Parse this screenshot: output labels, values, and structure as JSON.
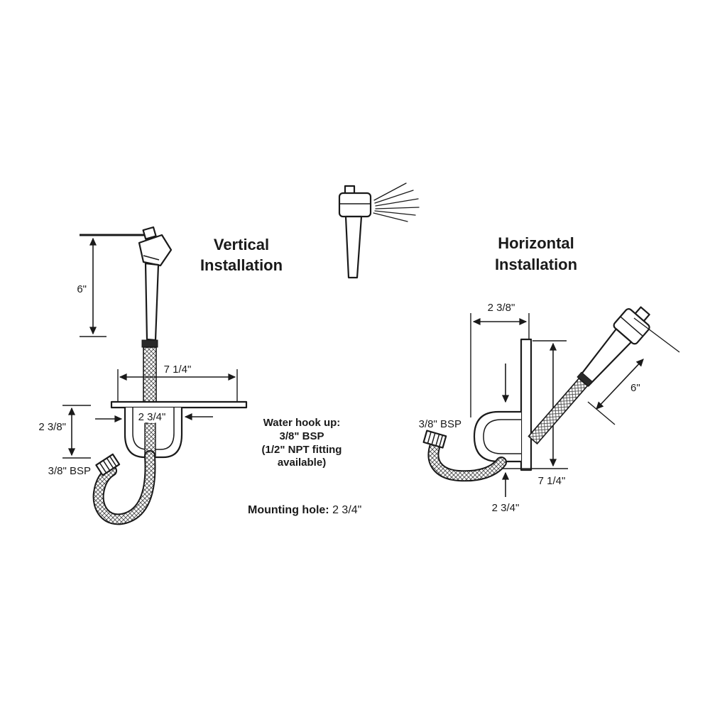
{
  "titles": {
    "vertical": {
      "line1": "Vertical",
      "line2": "Installation"
    },
    "horizontal": {
      "line1": "Horizontal",
      "line2": "Installation"
    }
  },
  "notes": {
    "water_hookup": {
      "line1": "Water hook up:",
      "line2": "3/8\" BSP",
      "line3": "(1/2\" NPT fitting",
      "line4": "available)"
    },
    "mounting_hole": {
      "label": "Mounting hole:",
      "value": " 2 3/4\""
    }
  },
  "dims": {
    "vertical": {
      "height": "6\"",
      "flange_width": "7 1/4\"",
      "hole": "2 3/4\"",
      "depth": "2 3/8\"",
      "fitting": "3/8\" BSP"
    },
    "horizontal": {
      "depth": "2 3/8\"",
      "height": "7 1/4\"",
      "handle": "6\"",
      "hole": "2 3/4\"",
      "fitting": "3/8\" BSP"
    }
  },
  "colors": {
    "ink": "#1a1a1a",
    "paper": "#ffffff"
  }
}
